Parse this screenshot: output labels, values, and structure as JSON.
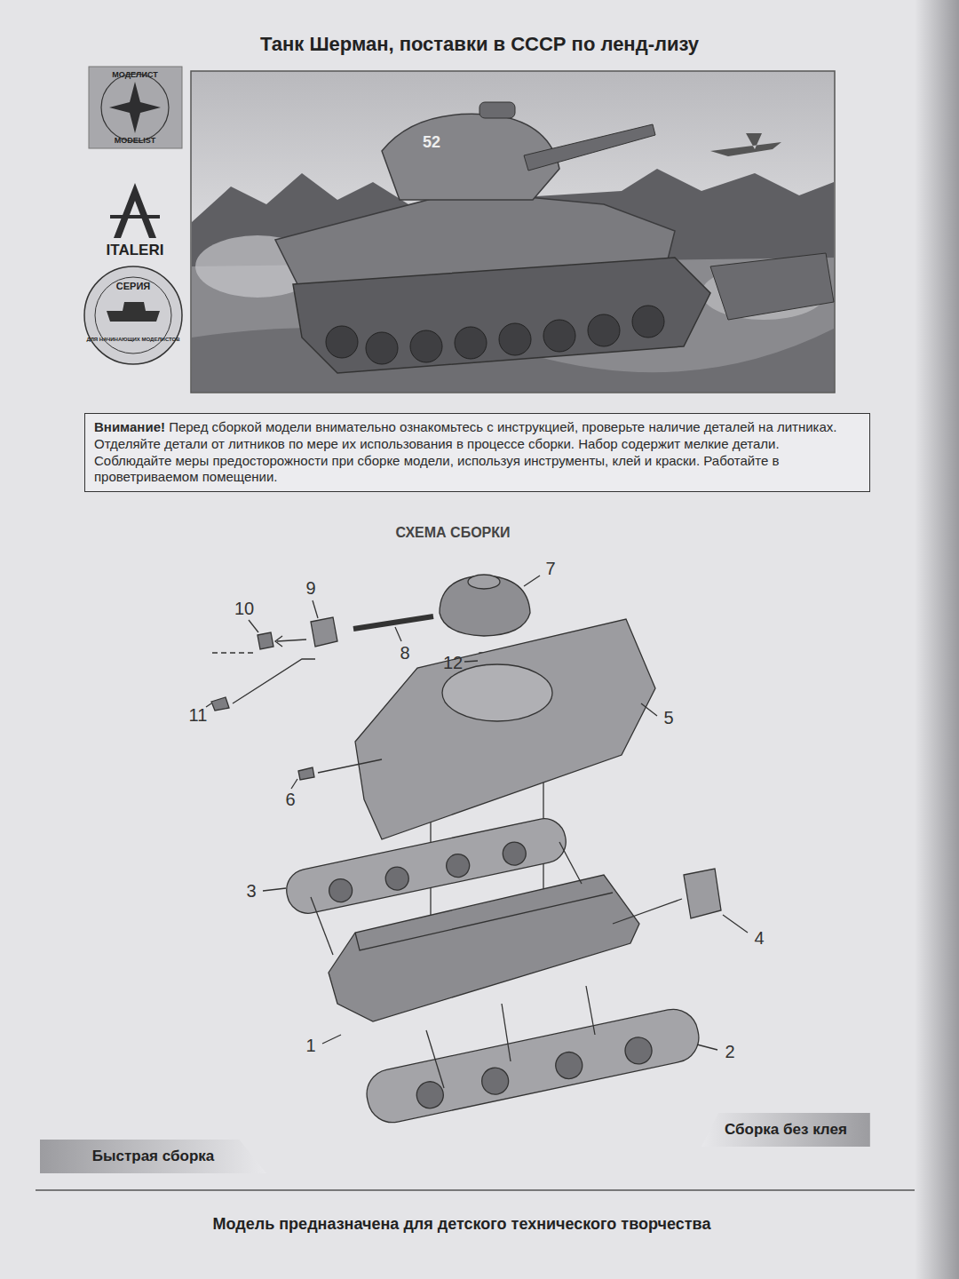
{
  "diagram": {
    "title": "Танк Шерман, поставки в СССР по ленд-лизу",
    "caption": "Модель предназначена для детского технического творчества",
    "nodes": [
      {
        "text": [
          "Внимание!",
          "Перед сборкой модели внимательно ознакомьтесь с инструкцией, проверьте наличие деталей на литниках. Отделяйте детали от литников по мере их использования в процессе сборки. Набор содержит мелкие детали. Соблюдайте меры предосторожности при сборке модели, используя инструменты, клей и краски. Работайте в проветриваемом помещении."
        ]
      },
      {
        "text": [
          "Сборка без клея"
        ]
      },
      {
        "text": [
          "Быстрая сборка"
        ]
      }
    ],
    "labels": [
      "МОДЕЛИСТ",
      "MODELIST",
      "ITALERI",
      "СЕРИЯ",
      "ДЛЯ НАЧИНАЮЩИХ МОДЕЛИСТОВ",
      "52",
      "СХЕМА СБОРКИ",
      "7",
      "9",
      "10",
      "8",
      "12",
      "11",
      "5",
      "6",
      "3",
      "4",
      "1",
      "2"
    ]
  }
}
